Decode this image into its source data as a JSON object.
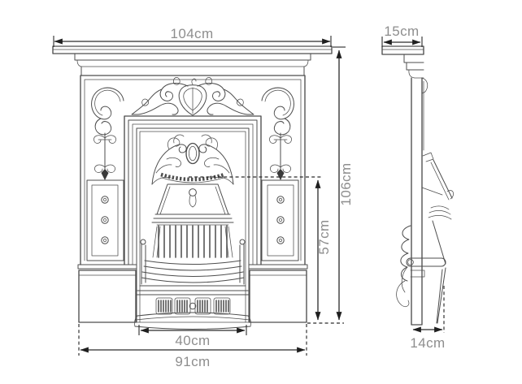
{
  "drawing": {
    "background_color": "#ffffff",
    "line_color": "#4d4d4d",
    "dimension_line_color": "#2a2a2a",
    "dimension_text_color": "#8e8e8e",
    "views": {
      "front": {
        "dimensions": {
          "mantel_width": "104cm",
          "overall_height": "106cm",
          "opening_height": "57cm",
          "opening_width": "40cm",
          "base_width": "91cm"
        }
      },
      "side": {
        "dimensions": {
          "shelf_depth": "15cm",
          "base_depth": "14cm"
        }
      }
    }
  }
}
